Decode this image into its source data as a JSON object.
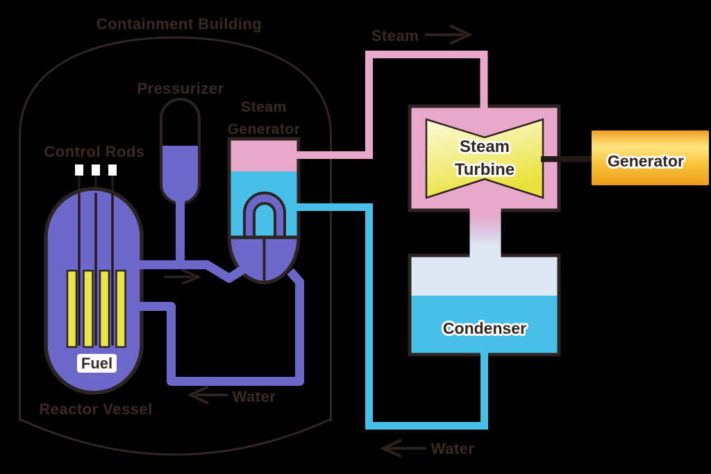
{
  "diagram": {
    "type": "process-diagram",
    "subject": "Pressurized Water Reactor power plant",
    "labels": {
      "containment": "Containment Building",
      "pressurizer": "Pressurizer",
      "control_rods": "Control Rods",
      "fuel": "Fuel",
      "reactor_vessel": "Reactor Vessel",
      "steam_generator_line1": "Steam",
      "steam_generator_line2": "Generator",
      "steam_turbine_line1": "Steam",
      "steam_turbine_line2": "Turbine",
      "generator": "Generator",
      "condenser": "Condenser",
      "flow_steam_top": "Steam",
      "flow_water_primary": "Water",
      "flow_water_secondary": "Water"
    },
    "flows": [
      {
        "name": "steam-to-turbine",
        "label": "Steam",
        "direction": "right"
      },
      {
        "name": "primary-coolant-hot-leg",
        "label": "",
        "direction": "right"
      },
      {
        "name": "primary-coolant-return",
        "label": "Water",
        "direction": "left"
      },
      {
        "name": "condensate-return",
        "label": "Water",
        "direction": "left"
      }
    ],
    "colors": {
      "background": "#000000",
      "primary_coolant_purple": "#6c68ca",
      "steam_pink": "#e9a7c9",
      "water_cyan": "#46c0e9",
      "condenser_pale_blue": "#dde8f5",
      "fuel_yellow": "#e9e545",
      "turbine_yellow": "#ebe43e",
      "generator_gold": "#f8b62d",
      "outline_dark": "#2d2321",
      "label_text": "#3a2a23",
      "control_rod_white": "#ffffff"
    }
  }
}
